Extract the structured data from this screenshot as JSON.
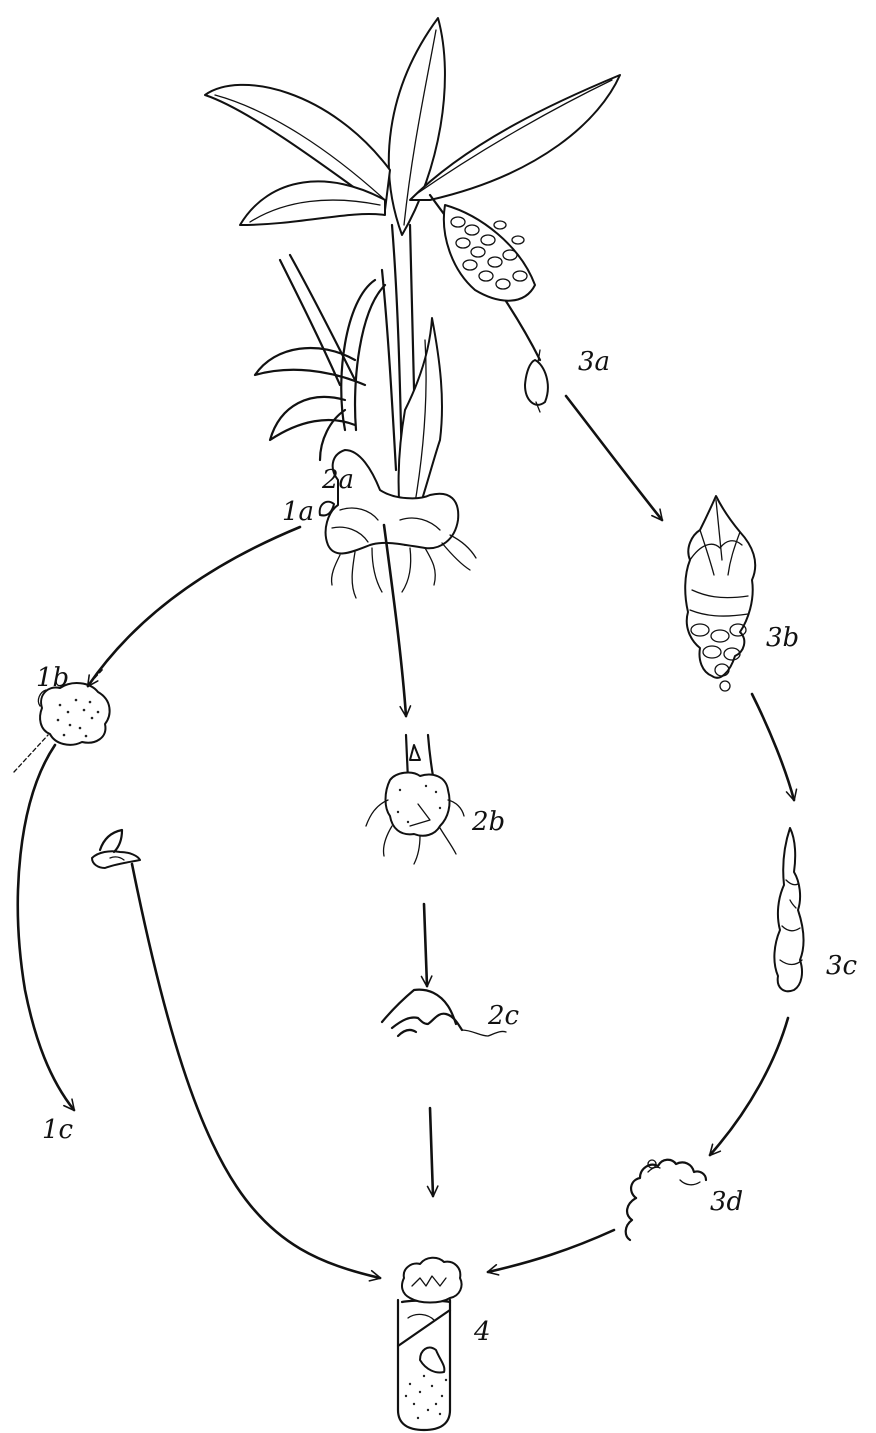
{
  "diagram": {
    "labels": {
      "l1a": "1a",
      "l1b": "1b",
      "l1c": "1c",
      "l2a": "2a",
      "l2b": "2b",
      "l2c": "2c",
      "l3a": "3a",
      "l3b": "3b",
      "l3c": "3c",
      "l3d": "3d",
      "l4": "4"
    },
    "colors": {
      "ink": "#111111",
      "paper": "#ffffff"
    }
  }
}
